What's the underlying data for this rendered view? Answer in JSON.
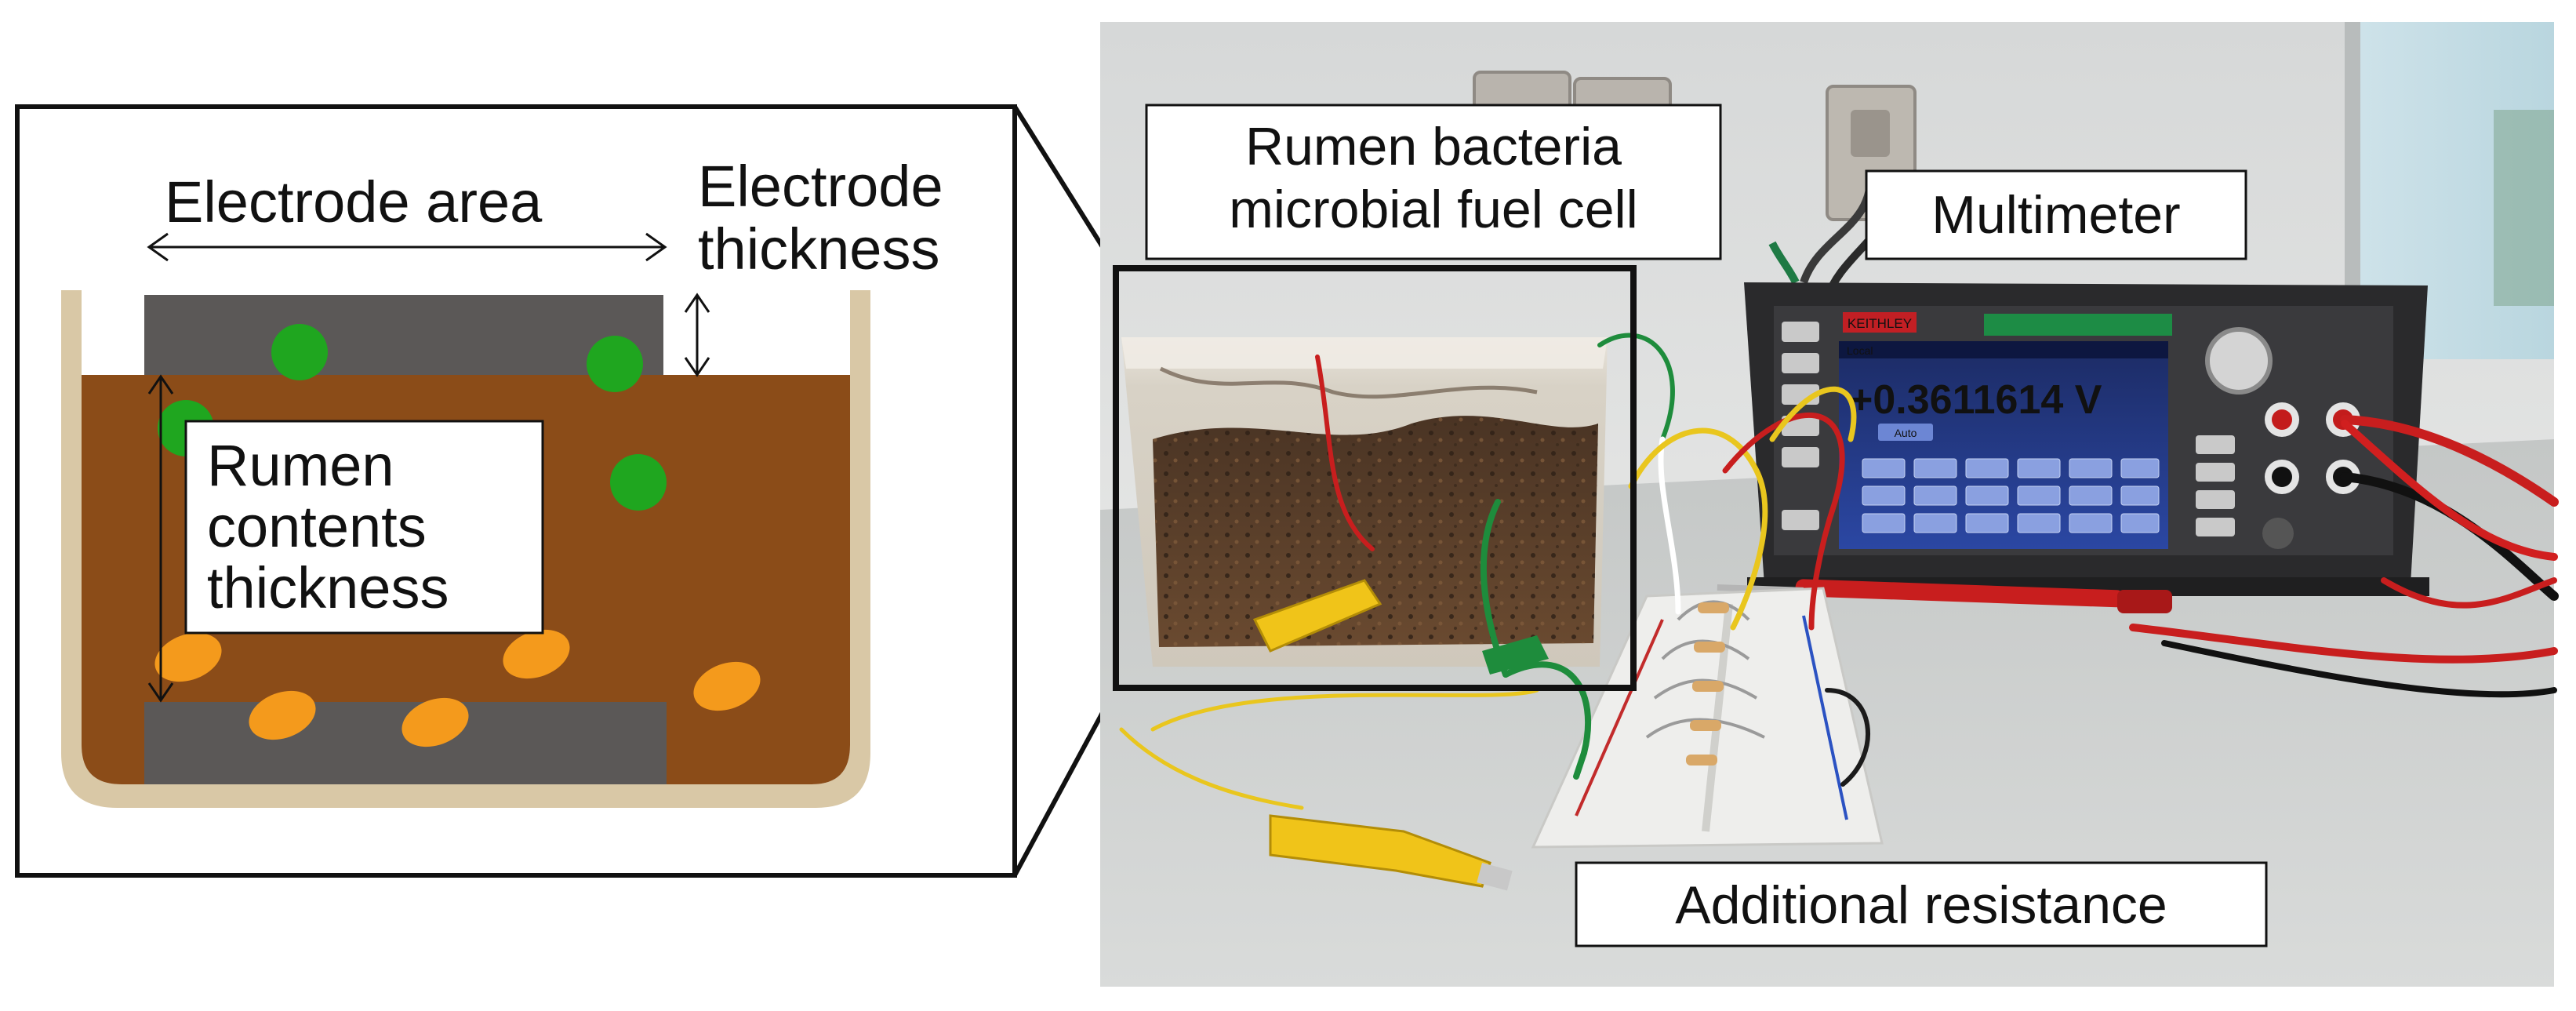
{
  "schematic": {
    "electrode_area_label": "Electrode area",
    "electrode_thickness_label": [
      "Electrode",
      "thickness"
    ],
    "rumen_thickness_label": [
      "Rumen",
      "contents",
      "thickness"
    ],
    "colors": {
      "container": "#d9c8a6",
      "rumen": "#8b4c18",
      "electrode": "#5b5857",
      "bacteria_green": "#1fa61f",
      "bacteria_orange": "#f49a1c"
    }
  },
  "photo": {
    "fuel_cell_label": [
      "Rumen bacteria",
      "microbial fuel cell"
    ],
    "multimeter_label": "Multimeter",
    "resistance_label": "Additional resistance",
    "multimeter_display": {
      "brand": "KEITHLEY",
      "status_left": "Local",
      "reading": "+0.3611614 V",
      "auto_button": "Auto"
    }
  }
}
